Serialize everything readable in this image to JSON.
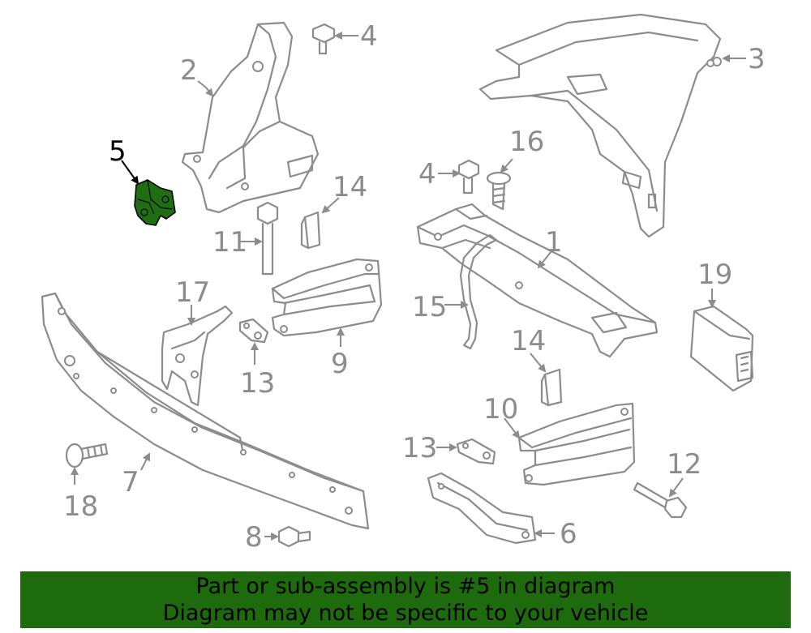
{
  "diagram": {
    "highlight_color": "#1f6e12",
    "callouts": [
      {
        "num": "1"
      },
      {
        "num": "2"
      },
      {
        "num": "3"
      },
      {
        "num": "4"
      },
      {
        "num": "4"
      },
      {
        "num": "5"
      },
      {
        "num": "6"
      },
      {
        "num": "7"
      },
      {
        "num": "8"
      },
      {
        "num": "9"
      },
      {
        "num": "10"
      },
      {
        "num": "11"
      },
      {
        "num": "12"
      },
      {
        "num": "13"
      },
      {
        "num": "13"
      },
      {
        "num": "14"
      },
      {
        "num": "14"
      },
      {
        "num": "15"
      },
      {
        "num": "16"
      },
      {
        "num": "17"
      },
      {
        "num": "18"
      },
      {
        "num": "19"
      }
    ]
  },
  "footer": {
    "background": "#1e6b0d",
    "line1": "Part or sub-assembly is #5 in diagram",
    "line2": "Diagram may not be specific to your vehicle"
  }
}
